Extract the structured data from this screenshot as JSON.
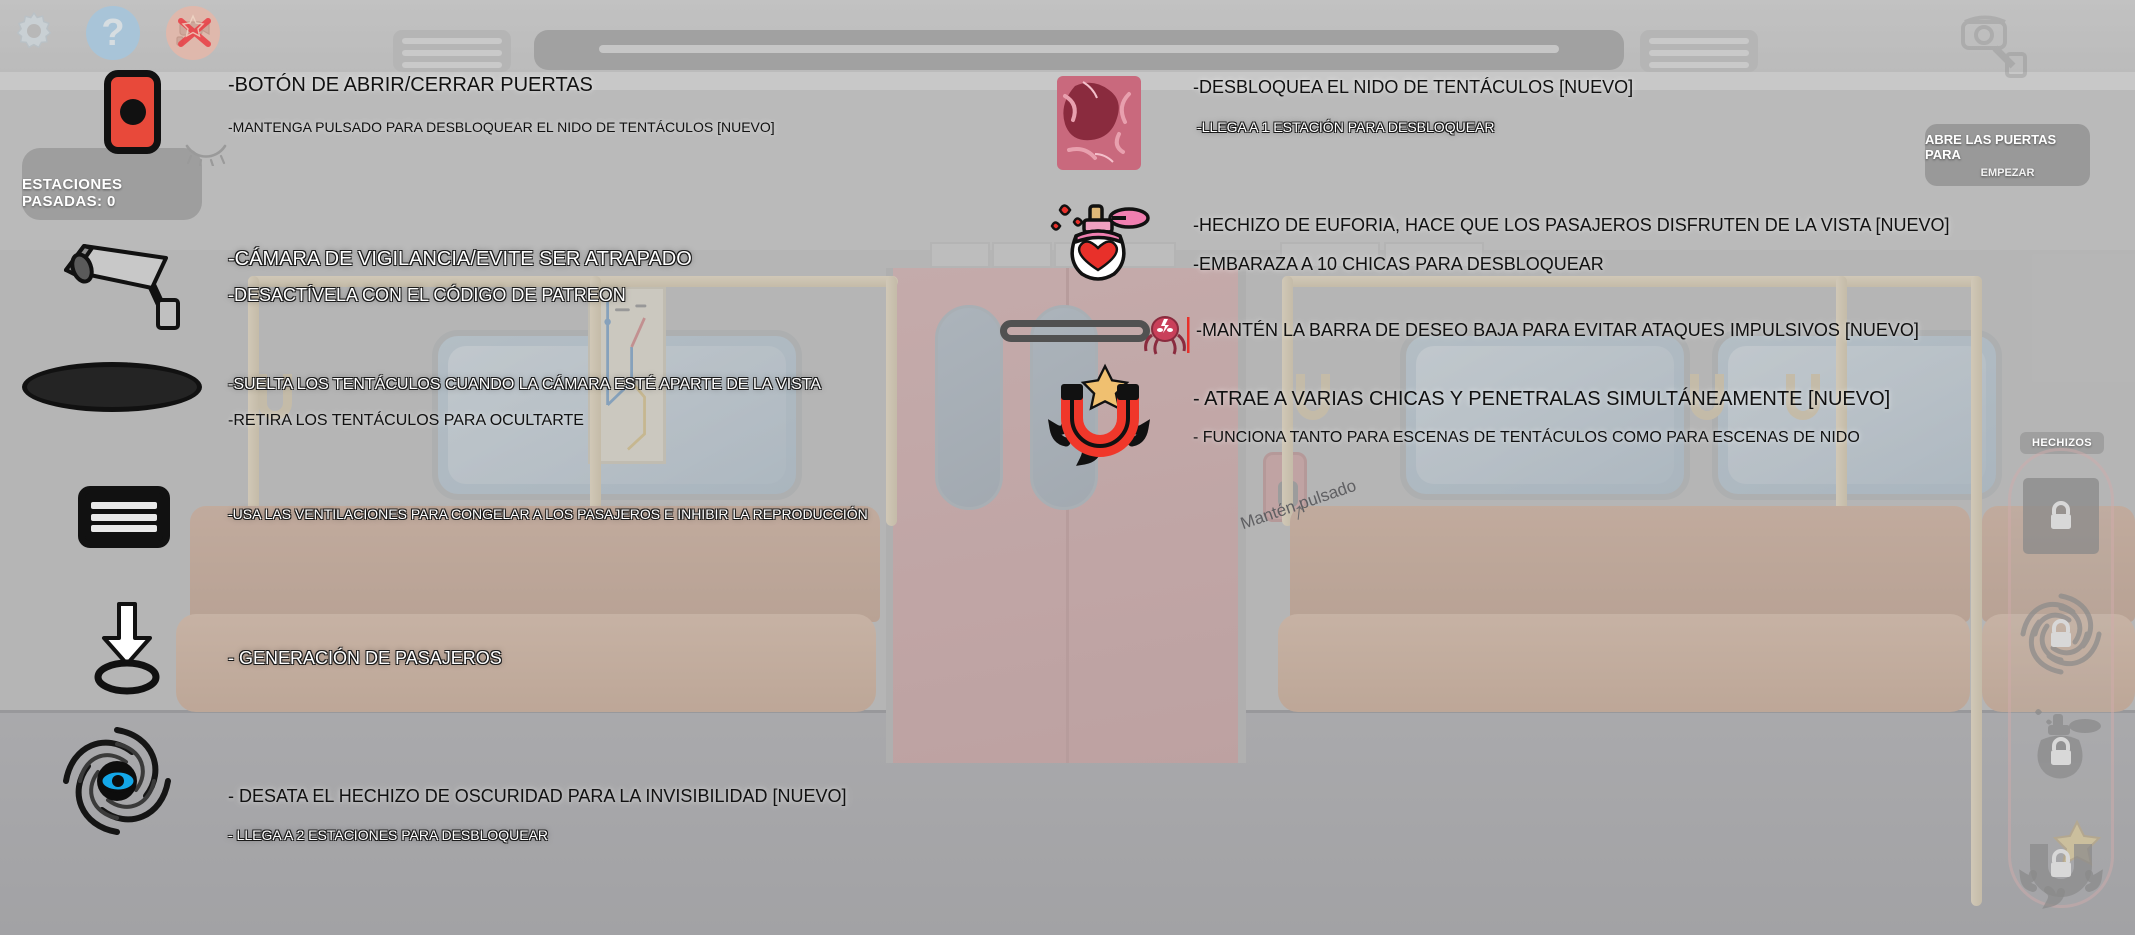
{
  "hud": {
    "stations_label": "ESTACIONES PASADAS: 0",
    "start_button": {
      "line1": "ABRE LAS PUERTAS PARA",
      "line2": "EMPEZAR"
    },
    "spells_label": "HECHIZOS",
    "hold_hint": "Mantén pulsado",
    "hold_arrow": "↑",
    "icons": {
      "gear": "gear-icon",
      "help": "question-mark-icon",
      "no_camera": "camera-disabled-icon",
      "camera_hud": "security-camera-icon",
      "door_button": "red-door-button-icon",
      "closed_eye": "closed-eye-icon",
      "lock": "lock-icon"
    }
  },
  "tutorial": {
    "left": [
      {
        "title": "-BOTÓN DE ABRIR/CERRAR PUERTAS",
        "style": "dark",
        "size": "s20"
      },
      {
        "title": "-MANTENGA PULSADO PARA DESBLOQUEAR EL NIDO DE TENTÁCULOS [NUEVO]",
        "style": "dark",
        "size": "s14"
      },
      {
        "title": "-CÁMARA DE VIGILANCIA/EVITE SER ATRAPADO",
        "style": "light",
        "size": "s20"
      },
      {
        "title": "-DESACTÍVELA CON EL CÓDIGO DE PATREON",
        "style": "light",
        "size": "s18"
      },
      {
        "title": "-SUELTA LOS TENTÁCULOS CUANDO LA CÁMARA ESTÉ APARTE DE LA VISTA",
        "style": "light",
        "size": "s16"
      },
      {
        "title": "-RETIRA LOS TENTÁCULOS PARA OCULTARTE",
        "style": "dark",
        "size": "s16"
      },
      {
        "title": "-USA LAS VENTILACIONES PARA CONGELAR A LOS PASAJEROS E INHIBIR LA REPRODUCCIÓN",
        "style": "light",
        "size": "s14"
      },
      {
        "title": "- GENERACIÓN DE PASAJEROS",
        "style": "light",
        "size": "s18"
      },
      {
        "title": "- DESATA EL HECHIZO DE OSCURIDAD PARA LA INVISIBILIDAD [NUEVO]",
        "style": "dark",
        "size": "s18"
      },
      {
        "title": "- LLEGA A 2 ESTACIONES PARA DESBLOQUEAR",
        "style": "light",
        "size": "s14"
      }
    ],
    "right": [
      {
        "title": "-DESBLOQUEA EL NIDO DE TENTÁCULOS [NUEVO]",
        "style": "dark",
        "size": "s18"
      },
      {
        "title": "-LLEGA A 1 ESTACIÓN PARA DESBLOQUEAR",
        "style": "light",
        "size": "s14"
      },
      {
        "title": "-HECHIZO DE EUFORIA, HACE QUE LOS PASAJEROS DISFRUTEN DE LA VISTA [NUEVO]",
        "style": "dark",
        "size": "s18"
      },
      {
        "title": "-EMBARAZA A 10 CHICAS PARA DESBLOQUEAR",
        "style": "dark",
        "size": "s18"
      },
      {
        "title": "-MANTÉN LA BARRA DE DESEO BAJA PARA EVITAR ATAQUES IMPULSIVOS [NUEVO]",
        "style": "dark",
        "size": "s18"
      },
      {
        "title": "- ATRAE A VARIAS CHICAS Y PENETRALAS SIMULTÁNEAMENTE [NUEVO]",
        "style": "dark",
        "size": "s20"
      },
      {
        "title": "- FUNCIONA TANTO PARA ESCENAS DE TENTÁCULOS COMO PARA ESCENAS DE NIDO",
        "style": "dark",
        "size": "s16"
      }
    ]
  },
  "colors": {
    "red_button": "#e8493a",
    "perfume_pink": "#f07fb0",
    "heart_red": "#e8302a",
    "nest_pink": "#c9697d",
    "magnet_red": "#f0372a",
    "eye_blue": "#14a7e8",
    "star_gold": "#f0c070",
    "help_blue": "#a8c4d8",
    "nocam_peach": "#dfb8ac",
    "hud_grey": "#8d8d8d",
    "seat_tan": "#d5b19c",
    "rail_cream": "#e4d6b8"
  }
}
